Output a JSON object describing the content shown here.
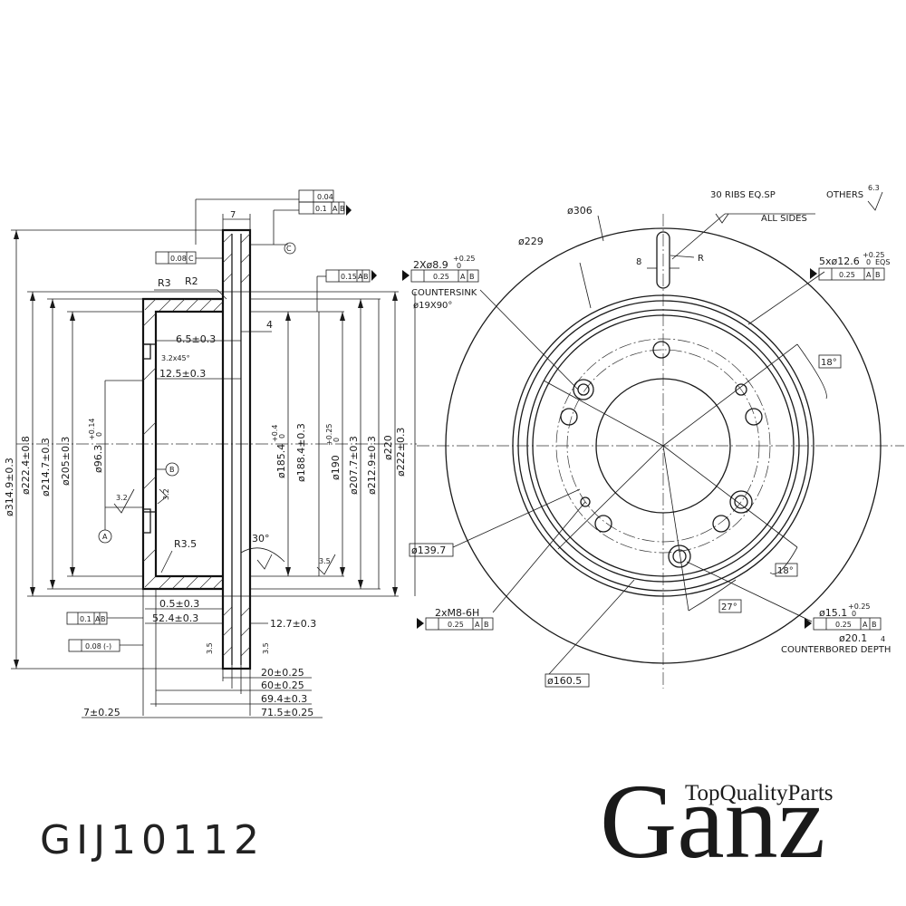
{
  "part_number": "GIJ10112",
  "brand": {
    "name": "Ganz",
    "tagline": "TopQualityParts"
  },
  "section_view": {
    "top_tolerances": [
      "0.04",
      "0.1",
      "A",
      "B",
      "C",
      "0.08",
      "C"
    ],
    "width": "7",
    "radii": [
      "R3",
      "R2",
      "R3.5"
    ],
    "runout": [
      "0.15",
      "A",
      "B"
    ],
    "chamfer": "3.2x45°",
    "horizontal_dims": [
      "6.5±0.3",
      "4",
      "12.5±0.3",
      "0.5±0.3",
      "52.4±0.3",
      "12.7±0.3",
      "20±0.25",
      "60±0.25",
      "69.4±0.3",
      "71.5±0.25",
      "7±0.25"
    ],
    "vertical_dims": [
      "ø314.9±0.3",
      "ø222.4±0.8",
      "ø214.7±0.3",
      "ø205±0.3",
      "ø96.3",
      "+0.14",
      "0",
      "ø185.4",
      "+0.4",
      "0",
      "ø188.4±0.3",
      "ø190",
      "+0.25",
      "0",
      "ø207.7±0.3",
      "ø212.9±0.3",
      "ø220",
      "ø222±0.3"
    ],
    "datums": [
      "A",
      "B"
    ],
    "surface": [
      "3.2",
      "3.2",
      "3.5",
      "3.5",
      "3.5"
    ],
    "angle": "30°",
    "bottom_tol": [
      "0.1",
      "A",
      "B",
      "0.08",
      "(-)"
    ]
  },
  "front_view": {
    "labels": [
      "ø306",
      "ø229",
      "30 RIBS EQ.SP",
      "ALL SIDES",
      "OTHERS",
      "6.3"
    ],
    "slot": [
      "8",
      "R"
    ],
    "countersink": [
      "2Xø8.9",
      "+0.25",
      "0",
      "0.25",
      "A",
      "B",
      "COUNTERSINK",
      "ø19X90°"
    ],
    "bolt_holes": [
      "5xø12.6",
      "+0.25",
      "0",
      "EQS",
      "0.25",
      "A",
      "B"
    ],
    "angles": [
      "18°",
      "18°",
      "27°"
    ],
    "diameters": [
      "ø139.7",
      "ø160.5"
    ],
    "thread": [
      "2xM8-6H",
      "0.25",
      "A",
      "B"
    ],
    "counterbore": [
      "ø15.1",
      "+0.25",
      "0",
      "0.25",
      "A",
      "B",
      "ø20.1",
      "4",
      "COUNTERBORED DEPTH"
    ]
  }
}
